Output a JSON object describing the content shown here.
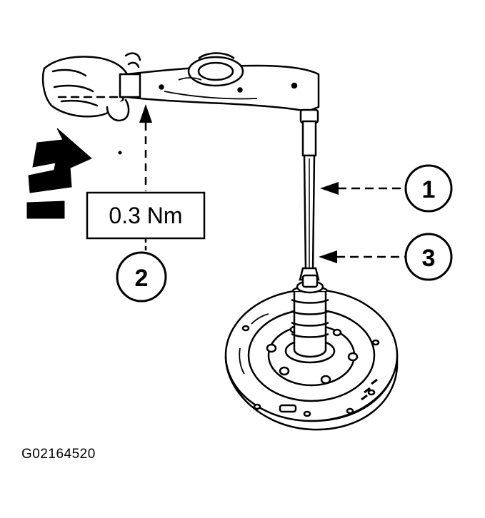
{
  "figure": {
    "id_label": "G02164520",
    "torque_value": "0.3 Nm",
    "callouts": [
      "1",
      "2",
      "3"
    ],
    "colors": {
      "ink": "#000000",
      "paper": "#ffffff"
    }
  }
}
